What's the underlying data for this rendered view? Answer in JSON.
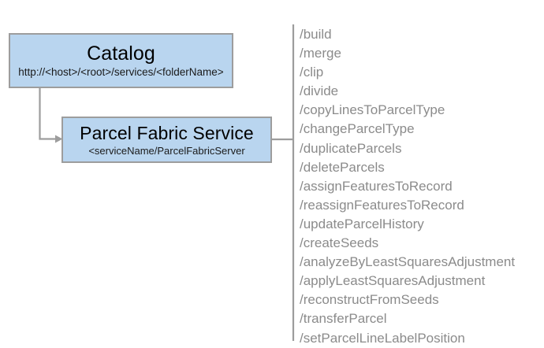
{
  "diagram": {
    "type": "flow-diagram",
    "nodes": [
      {
        "id": "catalog",
        "title": "Catalog",
        "subtitle": "http://<host>/<root>/services/<folderName>"
      },
      {
        "id": "parcel-fabric-service",
        "title": "Parcel Fabric Service",
        "subtitle": "<serviceName/ParcelFabricServer"
      }
    ],
    "colors": {
      "node_fill": "#b9d5ef",
      "node_border": "#9d9d9d",
      "connector": "#9d9d9d",
      "operation_text": "#8b8b8b",
      "title_text": "#000000",
      "background": "#ffffff"
    },
    "operations": [
      "/build",
      "/merge",
      "/clip",
      "/divide",
      "/copyLinesToParcelType",
      "/changeParcelType",
      "/duplicateParcels",
      "/deleteParcels",
      "/assignFeaturesToRecord",
      "/reassignFeaturesToRecord",
      "/updateParcelHistory",
      "/createSeeds",
      "/analyzeByLeastSquaresAdjustment",
      "/applyLeastSquaresAdjustment",
      "/reconstructFromSeeds",
      "/transferParcel",
      "/setParcelLineLabelPosition"
    ]
  }
}
